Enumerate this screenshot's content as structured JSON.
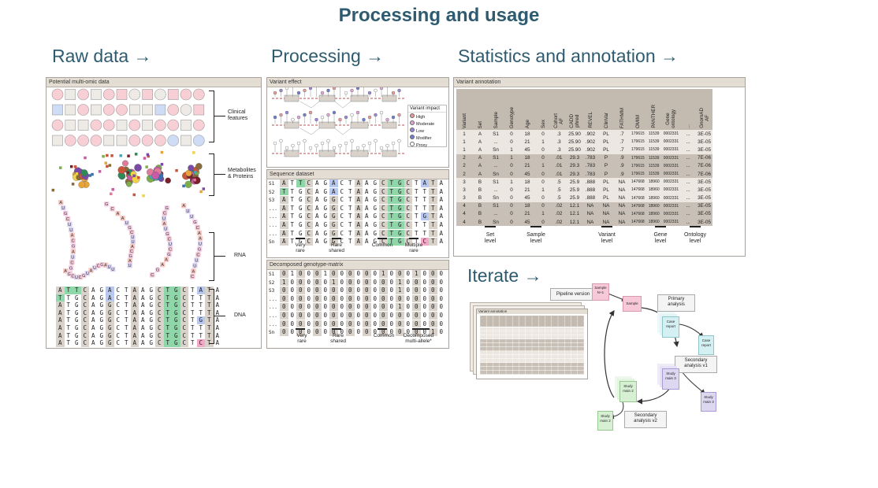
{
  "title": "Processing and usage",
  "columns": {
    "raw": "Raw data →",
    "processing": "Processing →",
    "stats": "Statistics and annotation →",
    "iterate": "Iterate →"
  },
  "raw_panel": {
    "title": "Potential multi-omic data",
    "labels": {
      "clinical": "Clinical\nfeatures",
      "metabolites": "Metabolites\n& Proteins",
      "rna": "RNA",
      "dna": "DNA"
    }
  },
  "variant_effect": {
    "title": "Variant effect",
    "legend_title": "Variant impact",
    "legend": [
      "High",
      "Moderate",
      "Low",
      "Modifier",
      "Proxy"
    ],
    "legend_colors": [
      "#e89a9a",
      "#e1a3d8",
      "#9b84d8",
      "#6f7fd0",
      "#ffffff"
    ]
  },
  "sequence_dataset": {
    "title": "Sequence dataset",
    "rows": [
      "S1",
      "S2",
      "S3",
      "...",
      "...",
      "...",
      "...",
      "Sn"
    ],
    "seqs": [
      "ATTCAGACTAAGCTGCTATA",
      "TTGCAGACTAAGCTGCTTTA",
      "ATGCAGGCTAAGCTGCTTTA",
      "ATGCAGGCTAAGCTGCTTTA",
      "ATGCAGGCTAAGCTGCTGTA",
      "ATGCAGGCTAAGCTGCTTTA",
      "ATGCAGGCTAAGCTGCTTTA",
      "ATGCAGGCTAAGCTGCTCTA"
    ],
    "marks": [
      "Very\nrare",
      "Rare\nshared",
      "Common",
      "Multiple\nrare"
    ]
  },
  "genotype_matrix": {
    "title": "Decomposed genotype-matrix",
    "rows": [
      "S1",
      "S2",
      "S3",
      "...",
      "...",
      "...",
      "...",
      "Sn"
    ],
    "bits": [
      "01000100000010001000",
      "10000010000000100000",
      "00000000000000100000",
      "00000000000000000000",
      "00000000000000100000",
      "00000000000000000000",
      "00000000000000000000",
      "00000000000000000010"
    ],
    "marks": [
      "Very\nrare",
      "Rare\nshared",
      "Common",
      "Decomposed\nmulti-allele*"
    ]
  },
  "variant_annotation": {
    "title": "Variant annotation",
    "headers": [
      "Variant",
      "Set",
      "Sample",
      "Genotype",
      "Age",
      "Sex",
      "Cohort\nAF",
      "CADD\nphred",
      "REVEL",
      "ClinVar",
      "FATHMM",
      "OMIM",
      "PANTHER",
      "Gene\nontology",
      "...",
      "GnomAD\nAF"
    ],
    "rows": [
      [
        "1",
        "A",
        "S1",
        "0",
        "18",
        "0",
        ".3",
        "25.90",
        ".902",
        "PL",
        ".7",
        "179615",
        "11539",
        "0002331",
        "...",
        "3E-05"
      ],
      [
        "1",
        "A",
        "...",
        "0",
        "21",
        "1",
        ".3",
        "25.90",
        ".902",
        "PL",
        ".7",
        "179615",
        "11539",
        "0002331",
        "...",
        "3E-05"
      ],
      [
        "1",
        "A",
        "Sn",
        "1",
        "45",
        "0",
        ".3",
        "25.90",
        ".902",
        "PL",
        ".7",
        "179615",
        "11539",
        "0002331",
        "...",
        "3E-05"
      ],
      [
        "2",
        "A",
        "S1",
        "1",
        "18",
        "0",
        ".01",
        "29.3",
        ".783",
        "P",
        ".9",
        "179615",
        "11539",
        "0002331",
        "...",
        "7E-06"
      ],
      [
        "2",
        "A",
        "...",
        "0",
        "21",
        "1",
        ".01",
        "29.3",
        ".783",
        "P",
        ".9",
        "179615",
        "11539",
        "0002331",
        "...",
        "7E-06"
      ],
      [
        "2",
        "A",
        "Sn",
        "0",
        "45",
        "0",
        ".01",
        "29.3",
        ".783",
        "P",
        ".9",
        "179615",
        "11539",
        "0002331",
        "...",
        "7E-06"
      ],
      [
        "3",
        "B",
        "S1",
        "1",
        "18",
        "0",
        ".5",
        "25.9",
        ".888",
        "PL",
        "NA",
        "147668",
        "18960",
        "0002331",
        "...",
        "3E-05"
      ],
      [
        "3",
        "B",
        "...",
        "0",
        "21",
        "1",
        ".5",
        "25.9",
        ".888",
        "PL",
        "NA",
        "147668",
        "18960",
        "0002331",
        "...",
        "3E-05"
      ],
      [
        "3",
        "B",
        "Sn",
        "0",
        "45",
        "0",
        ".5",
        "25.9",
        ".888",
        "PL",
        "NA",
        "147668",
        "18960",
        "0002331",
        "...",
        "3E-05"
      ],
      [
        "4",
        "B",
        "S1",
        "0",
        "18",
        "0",
        ".02",
        "12.1",
        "NA",
        "NA",
        "NA",
        "147668",
        "18960",
        "0002331",
        "...",
        "3E-05"
      ],
      [
        "4",
        "B",
        "...",
        "0",
        "21",
        "1",
        ".02",
        "12.1",
        "NA",
        "NA",
        "NA",
        "147668",
        "18960",
        "0002331",
        "...",
        "3E-05"
      ],
      [
        "4",
        "B",
        "Sn",
        "0",
        "45",
        "0",
        ".02",
        "12.1",
        "NA",
        "NA",
        "NA",
        "147668",
        "18960",
        "0002331",
        "...",
        "3E-05"
      ]
    ],
    "levels": [
      "Set\nlevel",
      "Sample\nlevel",
      "Variant\nlevel",
      "Gene\nlevel",
      "Ontology\nlevel"
    ]
  },
  "iterate": {
    "pipeline_version": "Pipeline version",
    "sample_n1": "Sample\nN+1",
    "sample": "Sample",
    "primary_analysis": "Primary\nanalysis",
    "case_report": "Case\nreport",
    "case_report_2": "Case\nreport",
    "secondary_v1": "Secondary\nanalysis v1",
    "study_main_3": "Study\nmain 3",
    "study_main_3b": "Study\nmain 3",
    "study_main_2": "Study\nmain 2",
    "study_main_2b": "Study\nmain 2",
    "secondary_v2": "Secondary\nanalysis v2",
    "mini_table_title": "Variant annotation"
  }
}
